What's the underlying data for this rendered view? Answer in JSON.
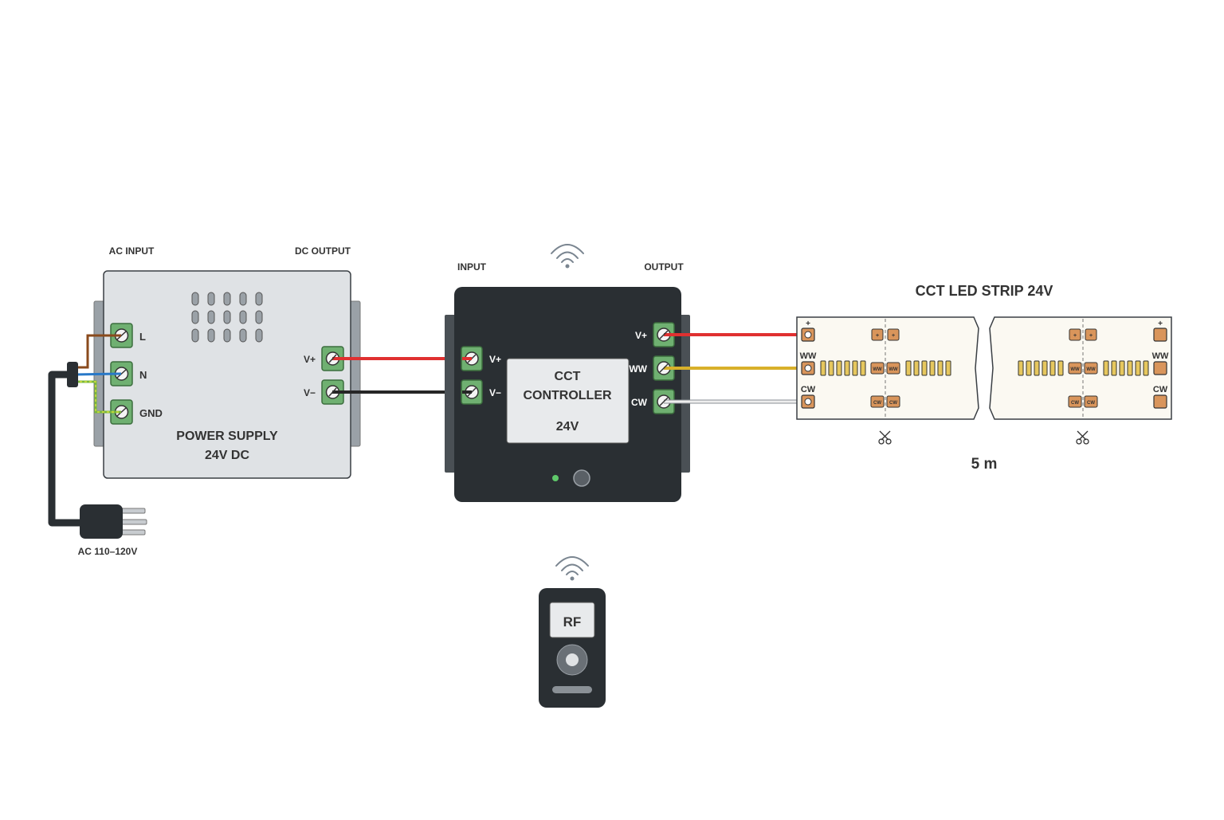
{
  "power_supply": {
    "ac_input_label": "AC INPUT",
    "dc_output_label": "DC OUTPUT",
    "title_line1": "POWER SUPPLY",
    "title_line2": "24V DC",
    "terminal_l": "L",
    "terminal_n": "N",
    "terminal_gnd": "GND",
    "terminal_vplus": "V+",
    "terminal_vminus": "V−"
  },
  "ac_plug": {
    "label": "AC 110–120V"
  },
  "controller": {
    "input_label": "INPUT",
    "output_label": "OUTPUT",
    "title_line1": "CCT",
    "title_line2": "CONTROLLER",
    "voltage": "24V",
    "in_vplus": "V+",
    "in_vminus": "V−",
    "out_vplus": "V+",
    "out_ww": "WW",
    "out_cw": "CW"
  },
  "remote": {
    "label": "RF"
  },
  "led_strip": {
    "title": "CCT LED STRIP 24V",
    "length": "5 m",
    "pad_plus": "+",
    "pad_ww": "WW",
    "pad_cw": "CW"
  },
  "colors": {
    "wire_live": "#8a4a1c",
    "wire_neutral": "#2878c8",
    "wire_ground": "#7ab83c",
    "wire_positive": "#e03030",
    "wire_negative": "#262626",
    "wire_ww": "#d8b02a",
    "wire_cw": "#e6e6e6",
    "terminal_green": "#6fb071",
    "controller_body": "#2a2f33",
    "psu_body": "#dfe2e5",
    "pad_copper": "#d9955b"
  }
}
